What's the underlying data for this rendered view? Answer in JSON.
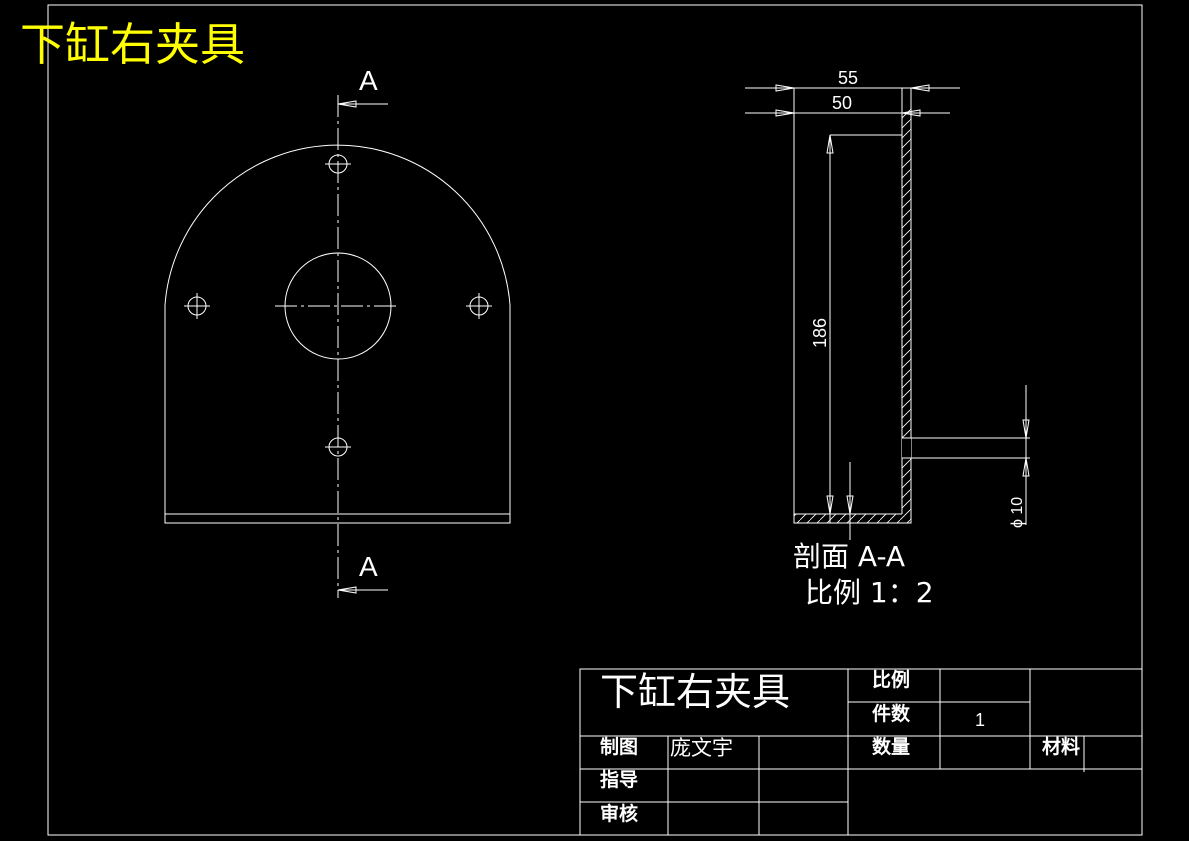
{
  "drawing_title_corner": "下缸右夹具",
  "section_marks": {
    "top": "A",
    "bottom": "A"
  },
  "dimensions": {
    "width_outer": "55",
    "width_inner": "50",
    "height": "186",
    "hole_dia": "ϕ 10"
  },
  "section_caption": {
    "line1": "剖面 A-A",
    "line2": "比例 1：2"
  },
  "title_block": {
    "part_name": "下缸右夹具",
    "scale_label": "比例",
    "scale_value": "",
    "pieces_label": "件数",
    "pieces_value": "1",
    "qty_label": "数量",
    "qty_value": "",
    "material_label": "材料",
    "material_value": "",
    "drawn_label": "制图",
    "drawn_by": "庞文宇",
    "guide_label": "指导",
    "review_label": "审核"
  },
  "colors": {
    "line": "#ffffff",
    "title": "#ffff00",
    "background": "#000000"
  }
}
